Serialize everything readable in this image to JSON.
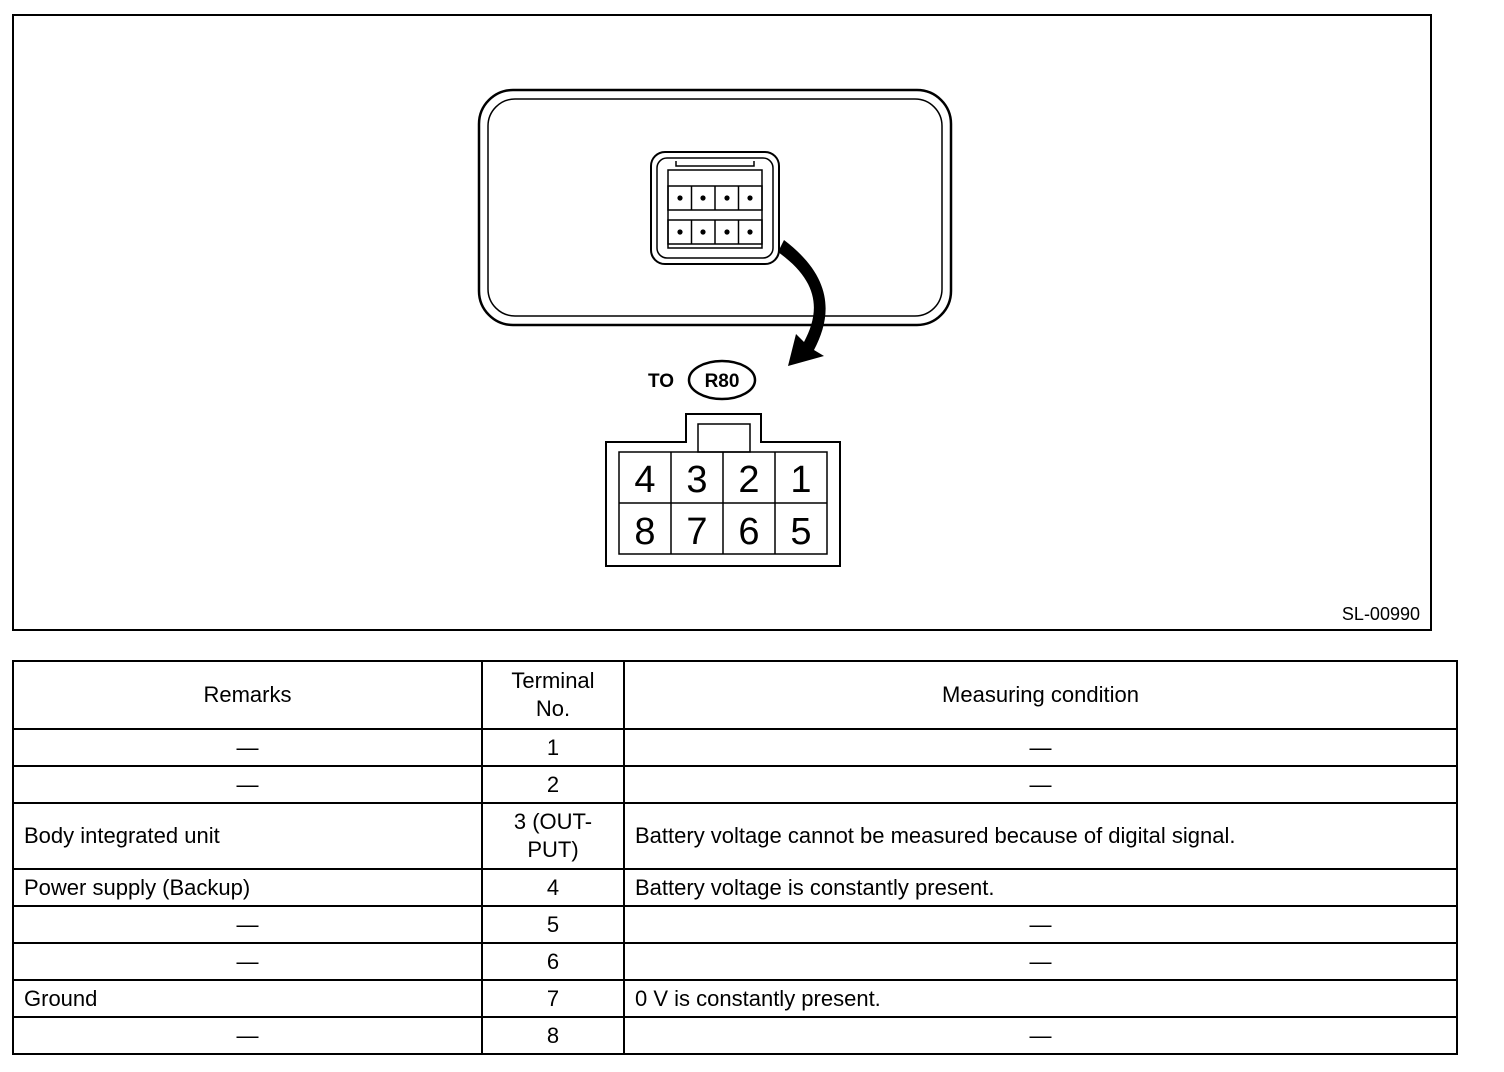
{
  "figure": {
    "connector_label_prefix": "TO",
    "connector_id": "R80",
    "pin_numbers_top": [
      "4",
      "3",
      "2",
      "1"
    ],
    "pin_numbers_bottom": [
      "8",
      "7",
      "6",
      "5"
    ],
    "figure_code": "SL-00990"
  },
  "table": {
    "headers": {
      "remarks": "Remarks",
      "terminal_line1": "Terminal",
      "terminal_line2": "No.",
      "condition": "Measuring condition"
    },
    "rows": [
      {
        "remarks": "—",
        "terminal": "1",
        "condition": "—"
      },
      {
        "remarks": "—",
        "terminal": "2",
        "condition": "—"
      },
      {
        "remarks": "Body integrated unit",
        "terminal_line1": "3 (OUT-",
        "terminal_line2": "PUT)",
        "condition": "Battery voltage cannot be measured because of digital signal."
      },
      {
        "remarks": "Power supply (Backup)",
        "terminal": "4",
        "condition": "Battery voltage is constantly present."
      },
      {
        "remarks": "—",
        "terminal": "5",
        "condition": "—"
      },
      {
        "remarks": "—",
        "terminal": "6",
        "condition": "—"
      },
      {
        "remarks": "Ground",
        "terminal": "7",
        "condition": "0 V is constantly present."
      },
      {
        "remarks": "—",
        "terminal": "8",
        "condition": "—"
      }
    ]
  }
}
